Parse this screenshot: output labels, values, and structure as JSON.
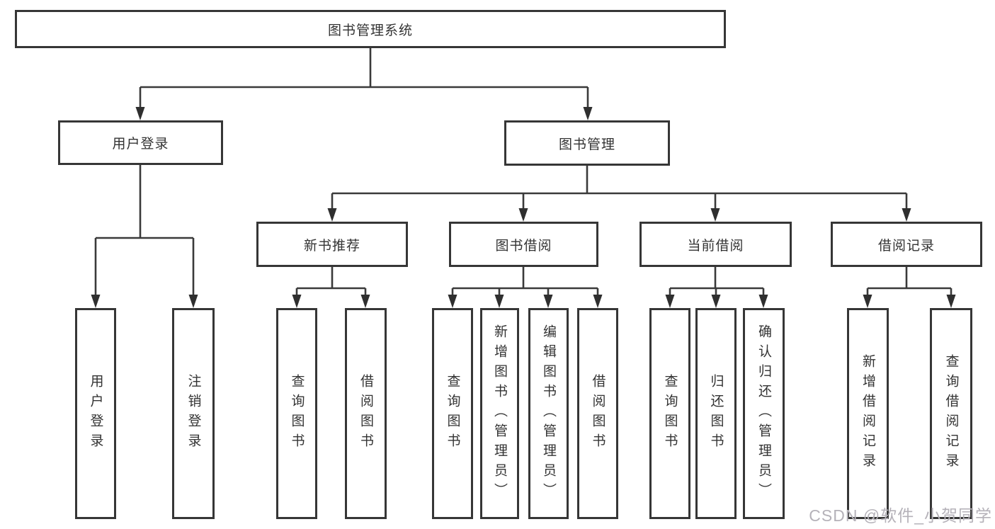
{
  "root": {
    "label": "图书管理系统"
  },
  "branches": {
    "user_login": {
      "label": "用户登录"
    },
    "book_mgmt": {
      "label": "图书管理"
    }
  },
  "sections": {
    "new_book": {
      "label": "新书推荐"
    },
    "borrow": {
      "label": "图书借阅"
    },
    "current": {
      "label": "当前借阅"
    },
    "records": {
      "label": "借阅记录"
    }
  },
  "leaves": {
    "user_login": [
      "用户登录",
      "注销登录"
    ],
    "new_book": [
      "查询图书",
      "借阅图书"
    ],
    "borrow": [
      "查询图书",
      "新增图书（管理员）",
      "编辑图书（管理员）",
      "借阅图书"
    ],
    "current": [
      "查询图书",
      "归还图书",
      "确认归还（管理员）"
    ],
    "records": [
      "新增借阅记录",
      "查询借阅记录"
    ]
  },
  "watermark": {
    "text": "CSDN @软件_小贺同学"
  },
  "colors": {
    "line": "#3a3a3a",
    "box_border": "#363636",
    "box_fill": "#ffffff",
    "text": "#333333",
    "watermark": "#b5b2b9"
  }
}
